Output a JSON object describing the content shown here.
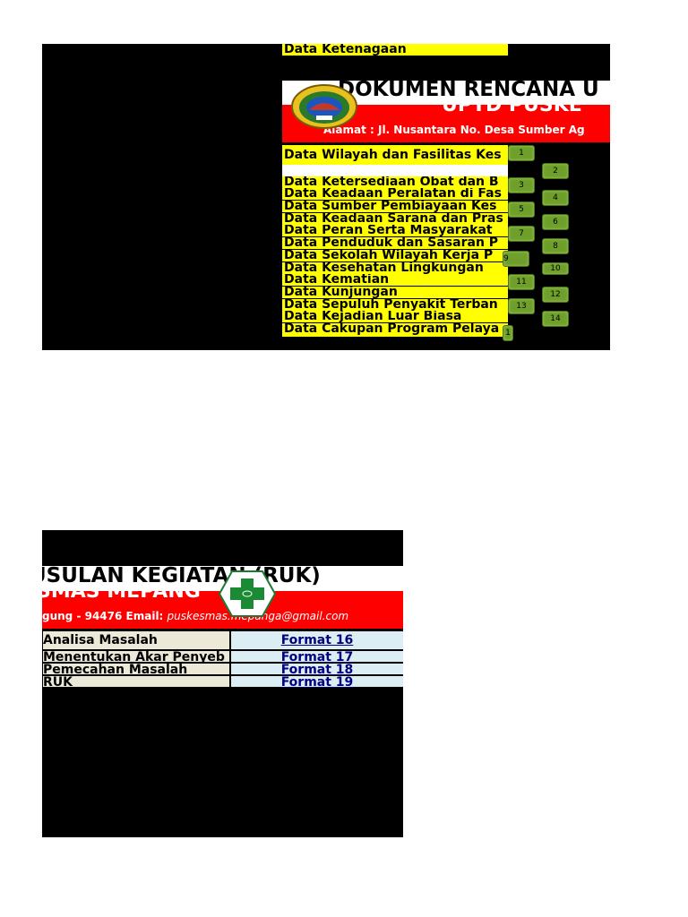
{
  "top_panel": {
    "header_row": "Data Ketenagaan",
    "doc_title": "DOKUMEN RENCANA U",
    "puskesmas_title": "UPTD PUSKE",
    "address": "Alamat : Jl. Nusantara No.    Desa Sumber Ag",
    "first_item": "Data Wilayah dan Fasilitas Kes",
    "items": [
      "Data Ketersediaan Obat dan B",
      "Data Keadaan Peralatan di Fas",
      "Data Sumber Pembiayaan Kes",
      "Data Keadaan Sarana dan Pras",
      "Data Peran Serta Masyarakat",
      "Data Penduduk dan Sasaran P",
      "Data Sekolah Wilayah Kerja P",
      "Data Kesehatan Lingkungan",
      "Data Kematian",
      "Data Kunjungan",
      "Data Sepuluh Penyakit Terban",
      "Data Kejadian Luar Biasa",
      "Data Cakupan Program Pelaya"
    ],
    "buttons": [
      "1",
      "2",
      "3",
      "4",
      "5",
      "6",
      "7",
      "8",
      "9",
      "10",
      "11",
      "12",
      "13",
      "14",
      "1"
    ]
  },
  "bottom_panel": {
    "doc_title": "USULAN KEGIATAN (RUK)",
    "puskesmas_title": "SMAS MEPANG",
    "contact_prefix": "gung - 94476 Email:",
    "email": "puskesmas.mepanga@gmail.com",
    "rows": [
      {
        "label": "Analisa Masalah",
        "link": "Format 16"
      },
      {
        "label": "Menentukan Akar Penyeb",
        "link": "Format 17"
      },
      {
        "label": "Pemecahan Masalah",
        "link": "Format 18"
      },
      {
        "label": "RUK",
        "link": "Format 19"
      }
    ]
  },
  "colors": {
    "panel_bg": "#000000",
    "row_yellow": "#ffff00",
    "band_red": "#ff0000",
    "button_green": "#6f9f2b",
    "link_blue": "#000080",
    "link_cell": "#daeef3",
    "label_cell": "#ece9d8"
  },
  "icons": {
    "top_logo": "regional-emblem-icon",
    "bottom_logo": "health-cross-icon"
  }
}
